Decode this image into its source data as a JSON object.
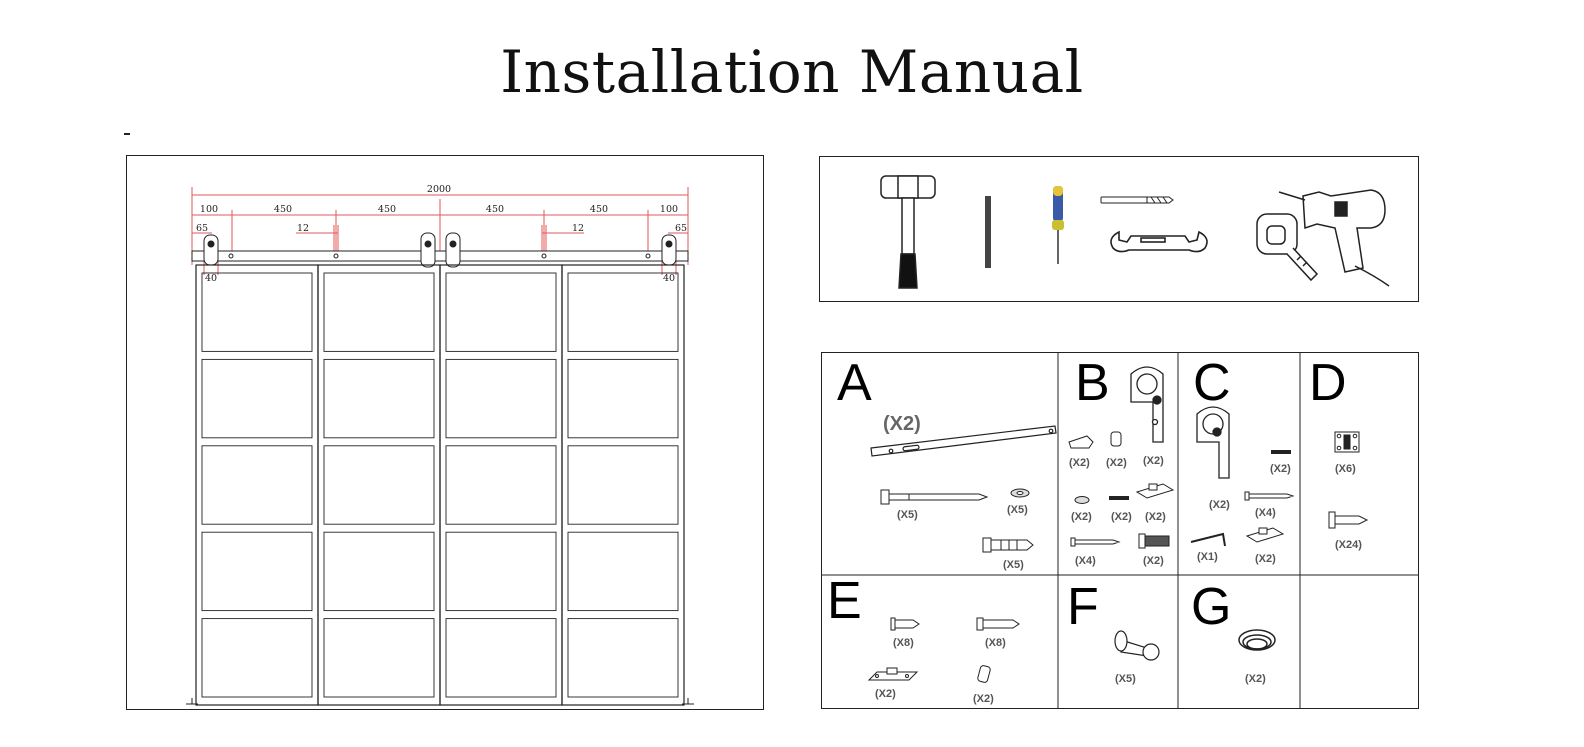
{
  "title": "Installation Manual",
  "door_diagram": {
    "dims": {
      "total": "2000",
      "seg_left": "100",
      "seg1": "450",
      "seg2": "450",
      "seg3": "450",
      "seg4": "450",
      "seg_right": "100",
      "edge_left": "65",
      "edge_right": "65",
      "gap_left": "12",
      "gap_right": "12",
      "bottom_left": "40",
      "bottom_right": "40"
    }
  },
  "tools": [
    "hammer-icon",
    "drill-bit-rod-icon",
    "screwdriver-icon",
    "drill-bit-icon",
    "wrench-icon",
    "tape-measure-icon",
    "power-drill-icon"
  ],
  "parts": {
    "A": {
      "letter": "A",
      "rail_qty": "(X2)",
      "lag_bolt_qty": "(X5)",
      "washer_qty": "(X5)",
      "anchor_qty": "(X5)"
    },
    "B": {
      "letter": "B",
      "hanger_qty": "(X2)",
      "clip_qty": "(X2)",
      "spacer_qty": "(X2)",
      "washer_qty": "(X2)",
      "pin_qty": "(X2)",
      "plate_qty": "(X2)",
      "screw_qty": "(X4)",
      "bolt_qty": "(X2)"
    },
    "C": {
      "letter": "C",
      "pin_qty": "(X2)",
      "hanger_qty": "(X2)",
      "screw_qty": "(X4)",
      "key_qty": "(X1)",
      "plate_qty": "(X2)"
    },
    "D": {
      "letter": "D",
      "hinge_qty": "(X6)",
      "screw_qty": "(X24)"
    },
    "E": {
      "letter": "E",
      "screw_qty": "(X8)",
      "anchor_qty": "(X8)",
      "guide_qty": "(X2)",
      "spacer_qty": "(X2)"
    },
    "F": {
      "letter": "F",
      "stopper_qty": "(X5)"
    },
    "G": {
      "letter": "G",
      "strip_qty": "(X2)"
    }
  }
}
